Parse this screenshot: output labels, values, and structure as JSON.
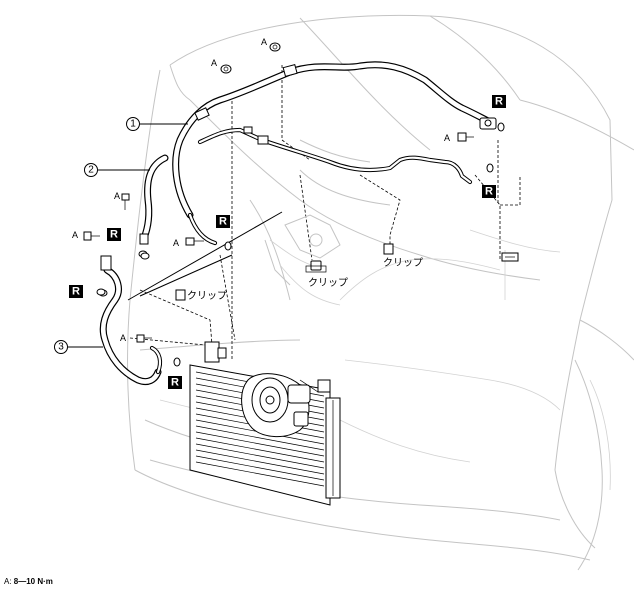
{
  "callouts": {
    "one": "1",
    "two": "2",
    "three": "3"
  },
  "labels": {
    "bolt_a": "A",
    "replace": "R",
    "clip": "クリップ"
  },
  "footnote": {
    "prefix": "A: ",
    "torque": "8—10 N·m"
  }
}
